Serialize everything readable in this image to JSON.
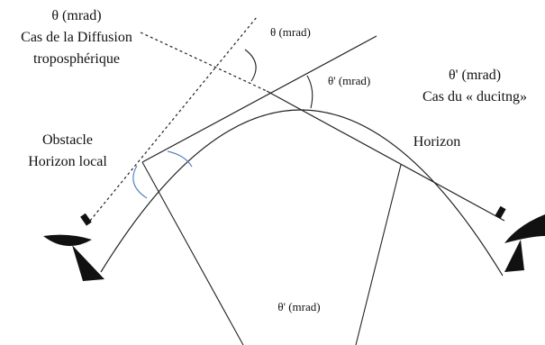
{
  "labels": {
    "theta_header_line1": "θ (mrad)",
    "theta_header_line2": "Cas de la Diffusion",
    "theta_header_line3": "troposphérique",
    "theta_angle": "θ (mrad)",
    "theta_prime_angle_top": "θ' (mrad)",
    "theta_prime_header_line1": "θ' (mrad)",
    "theta_prime_header_line2": "Cas du « ducitng»",
    "obstacle_line1": "Obstacle",
    "obstacle_line2": "Horizon local",
    "horizon": "Horizon",
    "theta_prime_bottom": "θ' (mrad)"
  },
  "colors": {
    "line": "#222222",
    "arc_accent": "#5b86c0",
    "antenna": "#111111"
  },
  "icons": {
    "left_antenna": "dish-antenna-icon",
    "right_antenna": "dish-antenna-icon"
  }
}
